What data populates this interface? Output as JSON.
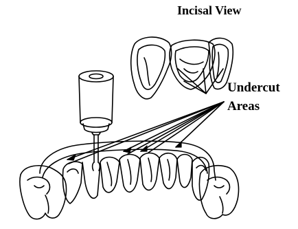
{
  "labels": {
    "incisal_view": "Incisal View",
    "undercut_line1": "Undercut",
    "undercut_line2": "Areas"
  },
  "colors": {
    "ink": "#000000",
    "paper": "#ffffff"
  },
  "icons": {
    "surveyor": "dental-surveyor-icon",
    "arch": "dental-arch-icon",
    "incisal_teeth": "incisal-teeth-icon"
  }
}
